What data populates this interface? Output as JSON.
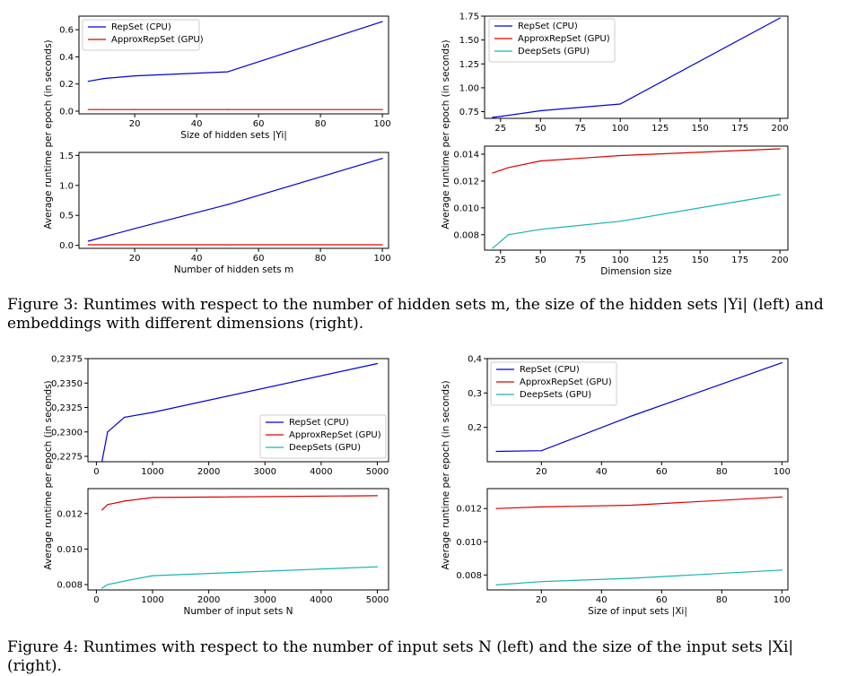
{
  "captions": {
    "fig3": "Figure 3: Runtimes with respect to the number of hidden sets m, the size of the hidden sets |Yi| (left) and embeddings with different dimensions (right).",
    "fig4": "Figure 4: Runtimes with respect to the number of input sets N (left) and the size of the input sets |Xi| (right)."
  },
  "colors": {
    "RepSet (CPU)": "#0000dd",
    "ApproxRepSet (GPU)": "#dd0000",
    "DeepSets (GPU)": "#17b3b3"
  },
  "chart_data": [
    {
      "type": "line",
      "id": "f3-left-top",
      "xlabel": "Size of hidden sets |Yi|",
      "ylabel": "",
      "xlim": [
        2,
        102
      ],
      "ylim": [
        -0.02,
        0.7
      ],
      "xticks": [
        20,
        40,
        60,
        80,
        100
      ],
      "xtick_labels": [
        "20",
        "40",
        "60",
        "80",
        "100"
      ],
      "yticks": [
        0.0,
        0.2,
        0.4,
        0.6
      ],
      "ytick_labels": [
        "0.0",
        "0.2",
        "0.4",
        "0.6"
      ],
      "legend": "top-left",
      "series": [
        {
          "name": "RepSet (CPU)",
          "x": [
            5,
            10,
            20,
            50,
            100
          ],
          "y": [
            0.22,
            0.24,
            0.26,
            0.29,
            0.66
          ]
        },
        {
          "name": "ApproxRepSet (GPU)",
          "x": [
            5,
            10,
            20,
            50,
            100
          ],
          "y": [
            0.012,
            0.012,
            0.012,
            0.012,
            0.012
          ]
        }
      ]
    },
    {
      "type": "line",
      "id": "f3-left-bottom",
      "xlabel": "Number of hidden sets m",
      "ylabel": "",
      "xlim": [
        2,
        102
      ],
      "ylim": [
        -0.05,
        1.55
      ],
      "xticks": [
        20,
        40,
        60,
        80,
        100
      ],
      "xtick_labels": [
        "20",
        "40",
        "60",
        "80",
        "100"
      ],
      "yticks": [
        0.0,
        0.5,
        1.0,
        1.5
      ],
      "ytick_labels": [
        "0.0",
        "0.5",
        "1.0",
        "1.5"
      ],
      "legend": "none",
      "series": [
        {
          "name": "RepSet (CPU)",
          "x": [
            5,
            20,
            50,
            100
          ],
          "y": [
            0.07,
            0.28,
            0.68,
            1.45
          ]
        },
        {
          "name": "ApproxRepSet (GPU)",
          "x": [
            5,
            20,
            50,
            100
          ],
          "y": [
            0.01,
            0.01,
            0.01,
            0.01
          ]
        }
      ]
    },
    {
      "type": "line",
      "id": "f3-right-top",
      "xlabel": "",
      "ylabel": "",
      "xlim": [
        15,
        205
      ],
      "ylim": [
        0.68,
        1.75
      ],
      "xticks": [
        25,
        50,
        75,
        100,
        125,
        150,
        175,
        200
      ],
      "xtick_labels": [
        "25",
        "50",
        "75",
        "100",
        "125",
        "150",
        "175",
        "200"
      ],
      "yticks": [
        0.75,
        1.0,
        1.25,
        1.5,
        1.75
      ],
      "ytick_labels": [
        "0.75",
        "1.00",
        "1.25",
        "1.50",
        "1.75"
      ],
      "legend": "top-left",
      "series": [
        {
          "name": "RepSet (CPU)",
          "x": [
            20,
            25,
            50,
            100,
            200
          ],
          "y": [
            0.69,
            0.7,
            0.76,
            0.83,
            1.73
          ]
        },
        {
          "name": "ApproxRepSet (GPU)",
          "x": [],
          "y": []
        },
        {
          "name": "DeepSets (GPU)",
          "x": [],
          "y": []
        }
      ]
    },
    {
      "type": "line",
      "id": "f3-right-bottom",
      "xlabel": "Dimension size",
      "ylabel": "",
      "xlim": [
        15,
        205
      ],
      "ylim": [
        0.00685,
        0.0146
      ],
      "xticks": [
        25,
        50,
        75,
        100,
        125,
        150,
        175,
        200
      ],
      "xtick_labels": [
        "25",
        "50",
        "75",
        "100",
        "125",
        "150",
        "175",
        "200"
      ],
      "yticks": [
        0.008,
        0.01,
        0.012,
        0.014
      ],
      "ytick_labels": [
        "0.008",
        "0.010",
        "0.012",
        "0.014"
      ],
      "legend": "none",
      "series": [
        {
          "name": "ApproxRepSet (GPU)",
          "x": [
            20,
            25,
            30,
            50,
            100,
            200
          ],
          "y": [
            0.0126,
            0.0128,
            0.013,
            0.0135,
            0.0139,
            0.0144
          ]
        },
        {
          "name": "DeepSets (GPU)",
          "x": [
            20,
            25,
            30,
            50,
            100,
            200
          ],
          "y": [
            0.007,
            0.0075,
            0.008,
            0.0084,
            0.009,
            0.011
          ]
        }
      ]
    },
    {
      "type": "line",
      "id": "f4-left-top",
      "xlabel": "",
      "ylabel": "",
      "xlim": [
        -150,
        5200
      ],
      "ylim": [
        0.22695,
        0.2375
      ],
      "xticks": [
        0,
        1000,
        2000,
        3000,
        4000,
        5000
      ],
      "xtick_labels": [
        "0",
        "1000",
        "2000",
        "3000",
        "4000",
        "5000"
      ],
      "yticks": [
        0.2275,
        0.23,
        0.2325,
        0.235,
        0.2375
      ],
      "ytick_labels": [
        "0,2275",
        "0,2300",
        "0,2325",
        "0,2350",
        "0,2375"
      ],
      "legend": "center-right",
      "series": [
        {
          "name": "RepSet (CPU)",
          "x": [
            100,
            200,
            500,
            1000,
            5000
          ],
          "y": [
            0.227,
            0.23,
            0.2315,
            0.232,
            0.237
          ]
        },
        {
          "name": "ApproxRepSet (GPU)",
          "x": [],
          "y": []
        },
        {
          "name": "DeepSets (GPU)",
          "x": [],
          "y": []
        }
      ]
    },
    {
      "type": "line",
      "id": "f4-left-bottom",
      "xlabel": "Number of input sets N",
      "ylabel": "",
      "xlim": [
        -150,
        5200
      ],
      "ylim": [
        0.0077,
        0.0134
      ],
      "xticks": [
        0,
        1000,
        2000,
        3000,
        4000,
        5000
      ],
      "xtick_labels": [
        "0",
        "1000",
        "2000",
        "3000",
        "4000",
        "5000"
      ],
      "yticks": [
        0.008,
        0.01,
        0.012
      ],
      "ytick_labels": [
        "0.008",
        "0.010",
        "0.012"
      ],
      "legend": "none",
      "series": [
        {
          "name": "ApproxRepSet (GPU)",
          "x": [
            100,
            200,
            500,
            1000,
            5000
          ],
          "y": [
            0.0122,
            0.0125,
            0.0127,
            0.0129,
            0.013
          ]
        },
        {
          "name": "DeepSets (GPU)",
          "x": [
            100,
            200,
            500,
            1000,
            5000
          ],
          "y": [
            0.0078,
            0.008,
            0.0082,
            0.0085,
            0.009
          ]
        }
      ]
    },
    {
      "type": "line",
      "id": "f4-right-top",
      "xlabel": "",
      "ylabel": "",
      "xlim": [
        2,
        102
      ],
      "ylim": [
        0.1,
        0.4
      ],
      "xticks": [
        20,
        40,
        60,
        80,
        100
      ],
      "xtick_labels": [
        "20",
        "40",
        "60",
        "80",
        "100"
      ],
      "yticks": [
        0.2,
        0.3,
        0.4
      ],
      "ytick_labels": [
        "0,2",
        "0,3",
        "0,4"
      ],
      "legend": "top-left",
      "series": [
        {
          "name": "RepSet (CPU)",
          "x": [
            5,
            20,
            50,
            100
          ],
          "y": [
            0.13,
            0.132,
            0.233,
            0.388
          ]
        },
        {
          "name": "ApproxRepSet (GPU)",
          "x": [],
          "y": []
        },
        {
          "name": "DeepSets (GPU)",
          "x": [],
          "y": []
        }
      ]
    },
    {
      "type": "line",
      "id": "f4-right-bottom",
      "xlabel": "Size of input sets |Xi|",
      "ylabel": "",
      "xlim": [
        2,
        102
      ],
      "ylim": [
        0.0071,
        0.0132
      ],
      "xticks": [
        20,
        40,
        60,
        80,
        100
      ],
      "xtick_labels": [
        "20",
        "40",
        "60",
        "80",
        "100"
      ],
      "yticks": [
        0.008,
        0.01,
        0.012
      ],
      "ytick_labels": [
        "0.008",
        "0.010",
        "0.012"
      ],
      "legend": "none",
      "series": [
        {
          "name": "ApproxRepSet (GPU)",
          "x": [
            5,
            20,
            50,
            100
          ],
          "y": [
            0.012,
            0.0121,
            0.0122,
            0.0127
          ]
        },
        {
          "name": "DeepSets (GPU)",
          "x": [
            5,
            20,
            50,
            100
          ],
          "y": [
            0.0074,
            0.0076,
            0.0078,
            0.0083
          ]
        }
      ]
    }
  ],
  "ylabels": {
    "fig3_left": "Average runtime per epoch (in seconds)",
    "fig3_right": "Average runtime per epoch (in seconds)",
    "fig4_left": "Average runtime per epoch (in seconds)",
    "fig4_right": "Average runtime per epoch (in seconds)"
  }
}
